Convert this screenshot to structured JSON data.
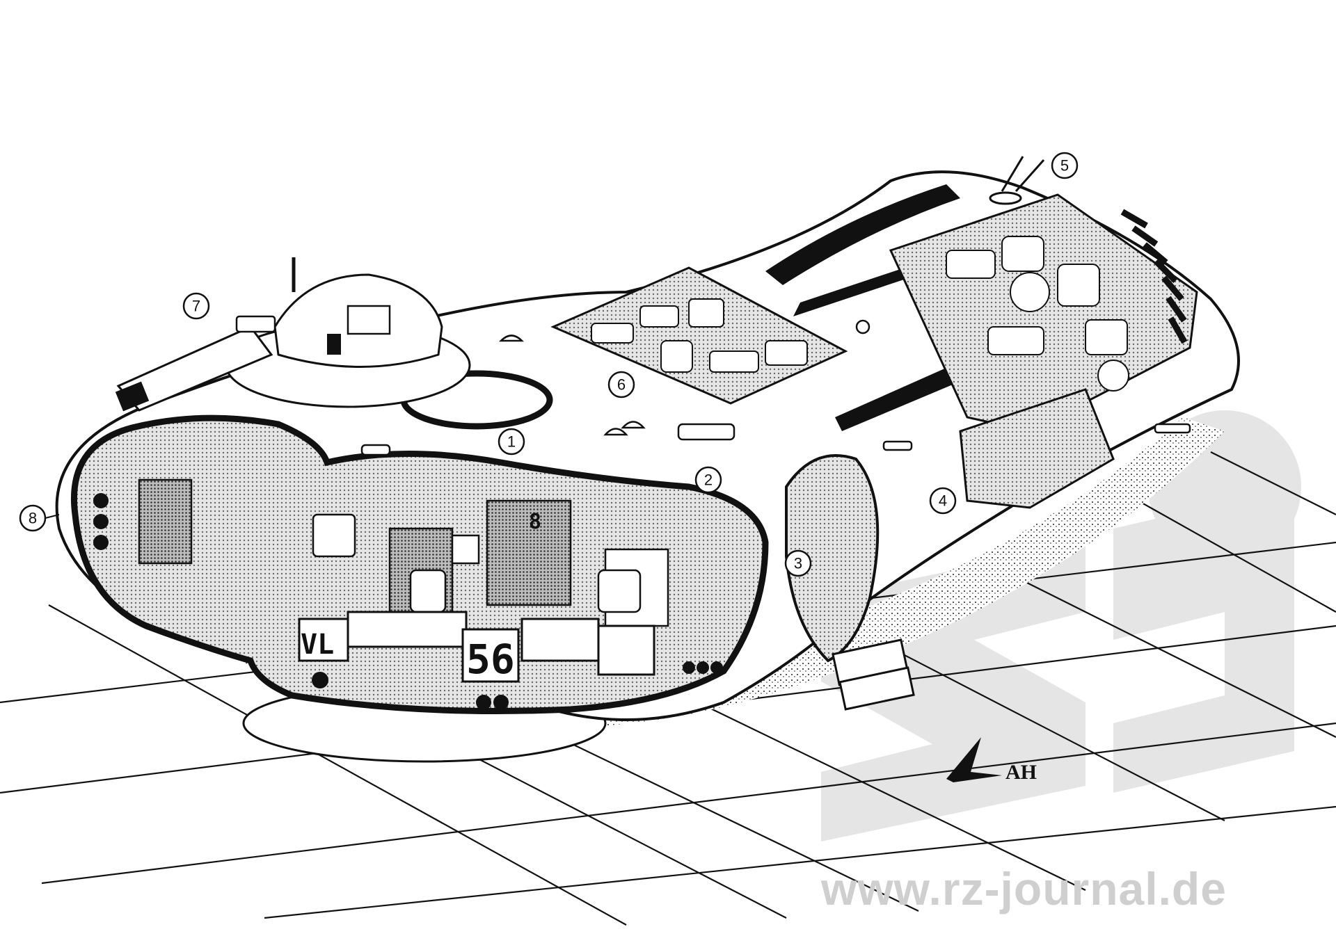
{
  "labels": {
    "l1": "1",
    "l2": "2",
    "l3": "3",
    "l4": "4",
    "l5": "5",
    "l6": "6",
    "l7": "7",
    "l8": "8"
  },
  "console": {
    "number": "56",
    "letter_left": "VL",
    "letter_top": "8"
  },
  "watermark": {
    "url": "www.rz-journal.de",
    "logo": "rz"
  },
  "signature": "AH",
  "colors": {
    "ink": "#111111",
    "screen_tone": "#cfcfcf",
    "watermark": "#d0d0d0",
    "paper": "#ffffff"
  }
}
